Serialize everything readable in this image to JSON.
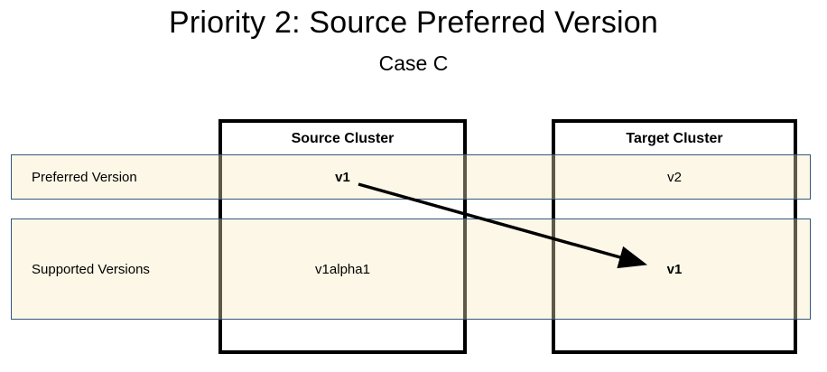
{
  "title": "Priority 2: Source Preferred Version",
  "subtitle": "Case C",
  "colors": {
    "band_fill": "#FDF8EC",
    "band_border": "#335780",
    "box_border": "#000000",
    "arrow": "#000000",
    "text": "#000000"
  },
  "columns": [
    {
      "id": "source",
      "label": "Source Cluster"
    },
    {
      "id": "target",
      "label": "Target Cluster"
    }
  ],
  "rows": [
    {
      "id": "preferred",
      "label": "Preferred Version",
      "source_value": "v1",
      "target_value": "v2"
    },
    {
      "id": "supported",
      "label": "Supported Versions",
      "source_value": "v1alpha1",
      "target_value": "v1"
    }
  ],
  "arrow": {
    "from": "source-cluster preferred-version v1",
    "to": "target-cluster supported-versions v1"
  }
}
